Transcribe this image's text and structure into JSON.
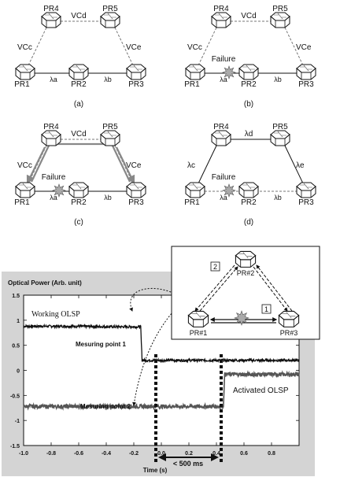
{
  "panels": [
    {
      "id": "a",
      "caption": "(a)",
      "routers": [
        "PR1",
        "PR2",
        "PR3",
        "PR4",
        "PR5"
      ],
      "link_labels": [
        "VCc",
        "VCd",
        "VCe",
        "λa",
        "λb"
      ],
      "failure": ""
    },
    {
      "id": "b",
      "caption": "(b)",
      "routers": [
        "PR1",
        "PR2",
        "PR3",
        "PR4",
        "PR5"
      ],
      "link_labels": [
        "VCc",
        "VCd",
        "VCe",
        "λa",
        "λb"
      ],
      "failure": "Failure"
    },
    {
      "id": "c",
      "caption": "(c)",
      "routers": [
        "PR1",
        "PR2",
        "PR3",
        "PR4",
        "PR5"
      ],
      "link_labels": [
        "VCc",
        "VCd",
        "VCe",
        "λa",
        "λb"
      ],
      "failure": "Failure"
    },
    {
      "id": "d",
      "caption": "(d)",
      "routers": [
        "PR1",
        "PR2",
        "PR3",
        "PR4",
        "PR5"
      ],
      "link_labels": [
        "λc",
        "λd",
        "λe",
        "λa",
        "λb"
      ],
      "failure": "Failure"
    }
  ],
  "plot": {
    "ylabel": "Optical Power (Arb. unit)",
    "xlabel": "Time (s)",
    "xticks": [
      "-1.0",
      "-0.8",
      "-0.6",
      "-0.4",
      "-0.2",
      "0.0",
      "0.2",
      "0.4",
      "0.6",
      "0.8"
    ],
    "yticks": [
      "1.5",
      "1",
      "0.5",
      "0",
      "-0.5",
      "-1",
      "-1.5"
    ],
    "annotations": {
      "working": "Working OLSP",
      "point1": "Mesuring point 1",
      "point2": "Mesuring point 2",
      "activated": "Activated OLSP",
      "interval": "< 500 ms"
    }
  },
  "inset": {
    "routers": [
      "PR#1",
      "PR#2",
      "PR#3"
    ],
    "markers": [
      "1",
      "2"
    ]
  },
  "chart_data": {
    "type": "line",
    "xlabel": "Time (s)",
    "ylabel": "Optical Power (Arb. unit)",
    "xlim": [
      -1.0,
      1.0
    ],
    "ylim": [
      -1.5,
      1.5
    ],
    "series": [
      {
        "name": "Working OLSP",
        "x": [
          -1.0,
          -0.8,
          -0.6,
          -0.4,
          -0.2,
          -0.15,
          -0.14,
          0.0,
          0.2,
          0.4,
          0.6,
          0.8,
          1.0
        ],
        "y": [
          0.88,
          0.88,
          0.88,
          0.87,
          0.87,
          0.87,
          0.2,
          0.2,
          0.2,
          0.2,
          0.2,
          0.2,
          0.2
        ]
      },
      {
        "name": "Activated OLSP",
        "x": [
          -1.0,
          -0.8,
          -0.6,
          -0.4,
          -0.2,
          0.0,
          0.2,
          0.4,
          0.45,
          0.46,
          0.6,
          0.8,
          1.0
        ],
        "y": [
          -0.72,
          -0.72,
          -0.72,
          -0.72,
          -0.72,
          -0.72,
          -0.72,
          -0.72,
          -0.72,
          -0.08,
          -0.08,
          -0.08,
          -0.08
        ]
      }
    ]
  }
}
